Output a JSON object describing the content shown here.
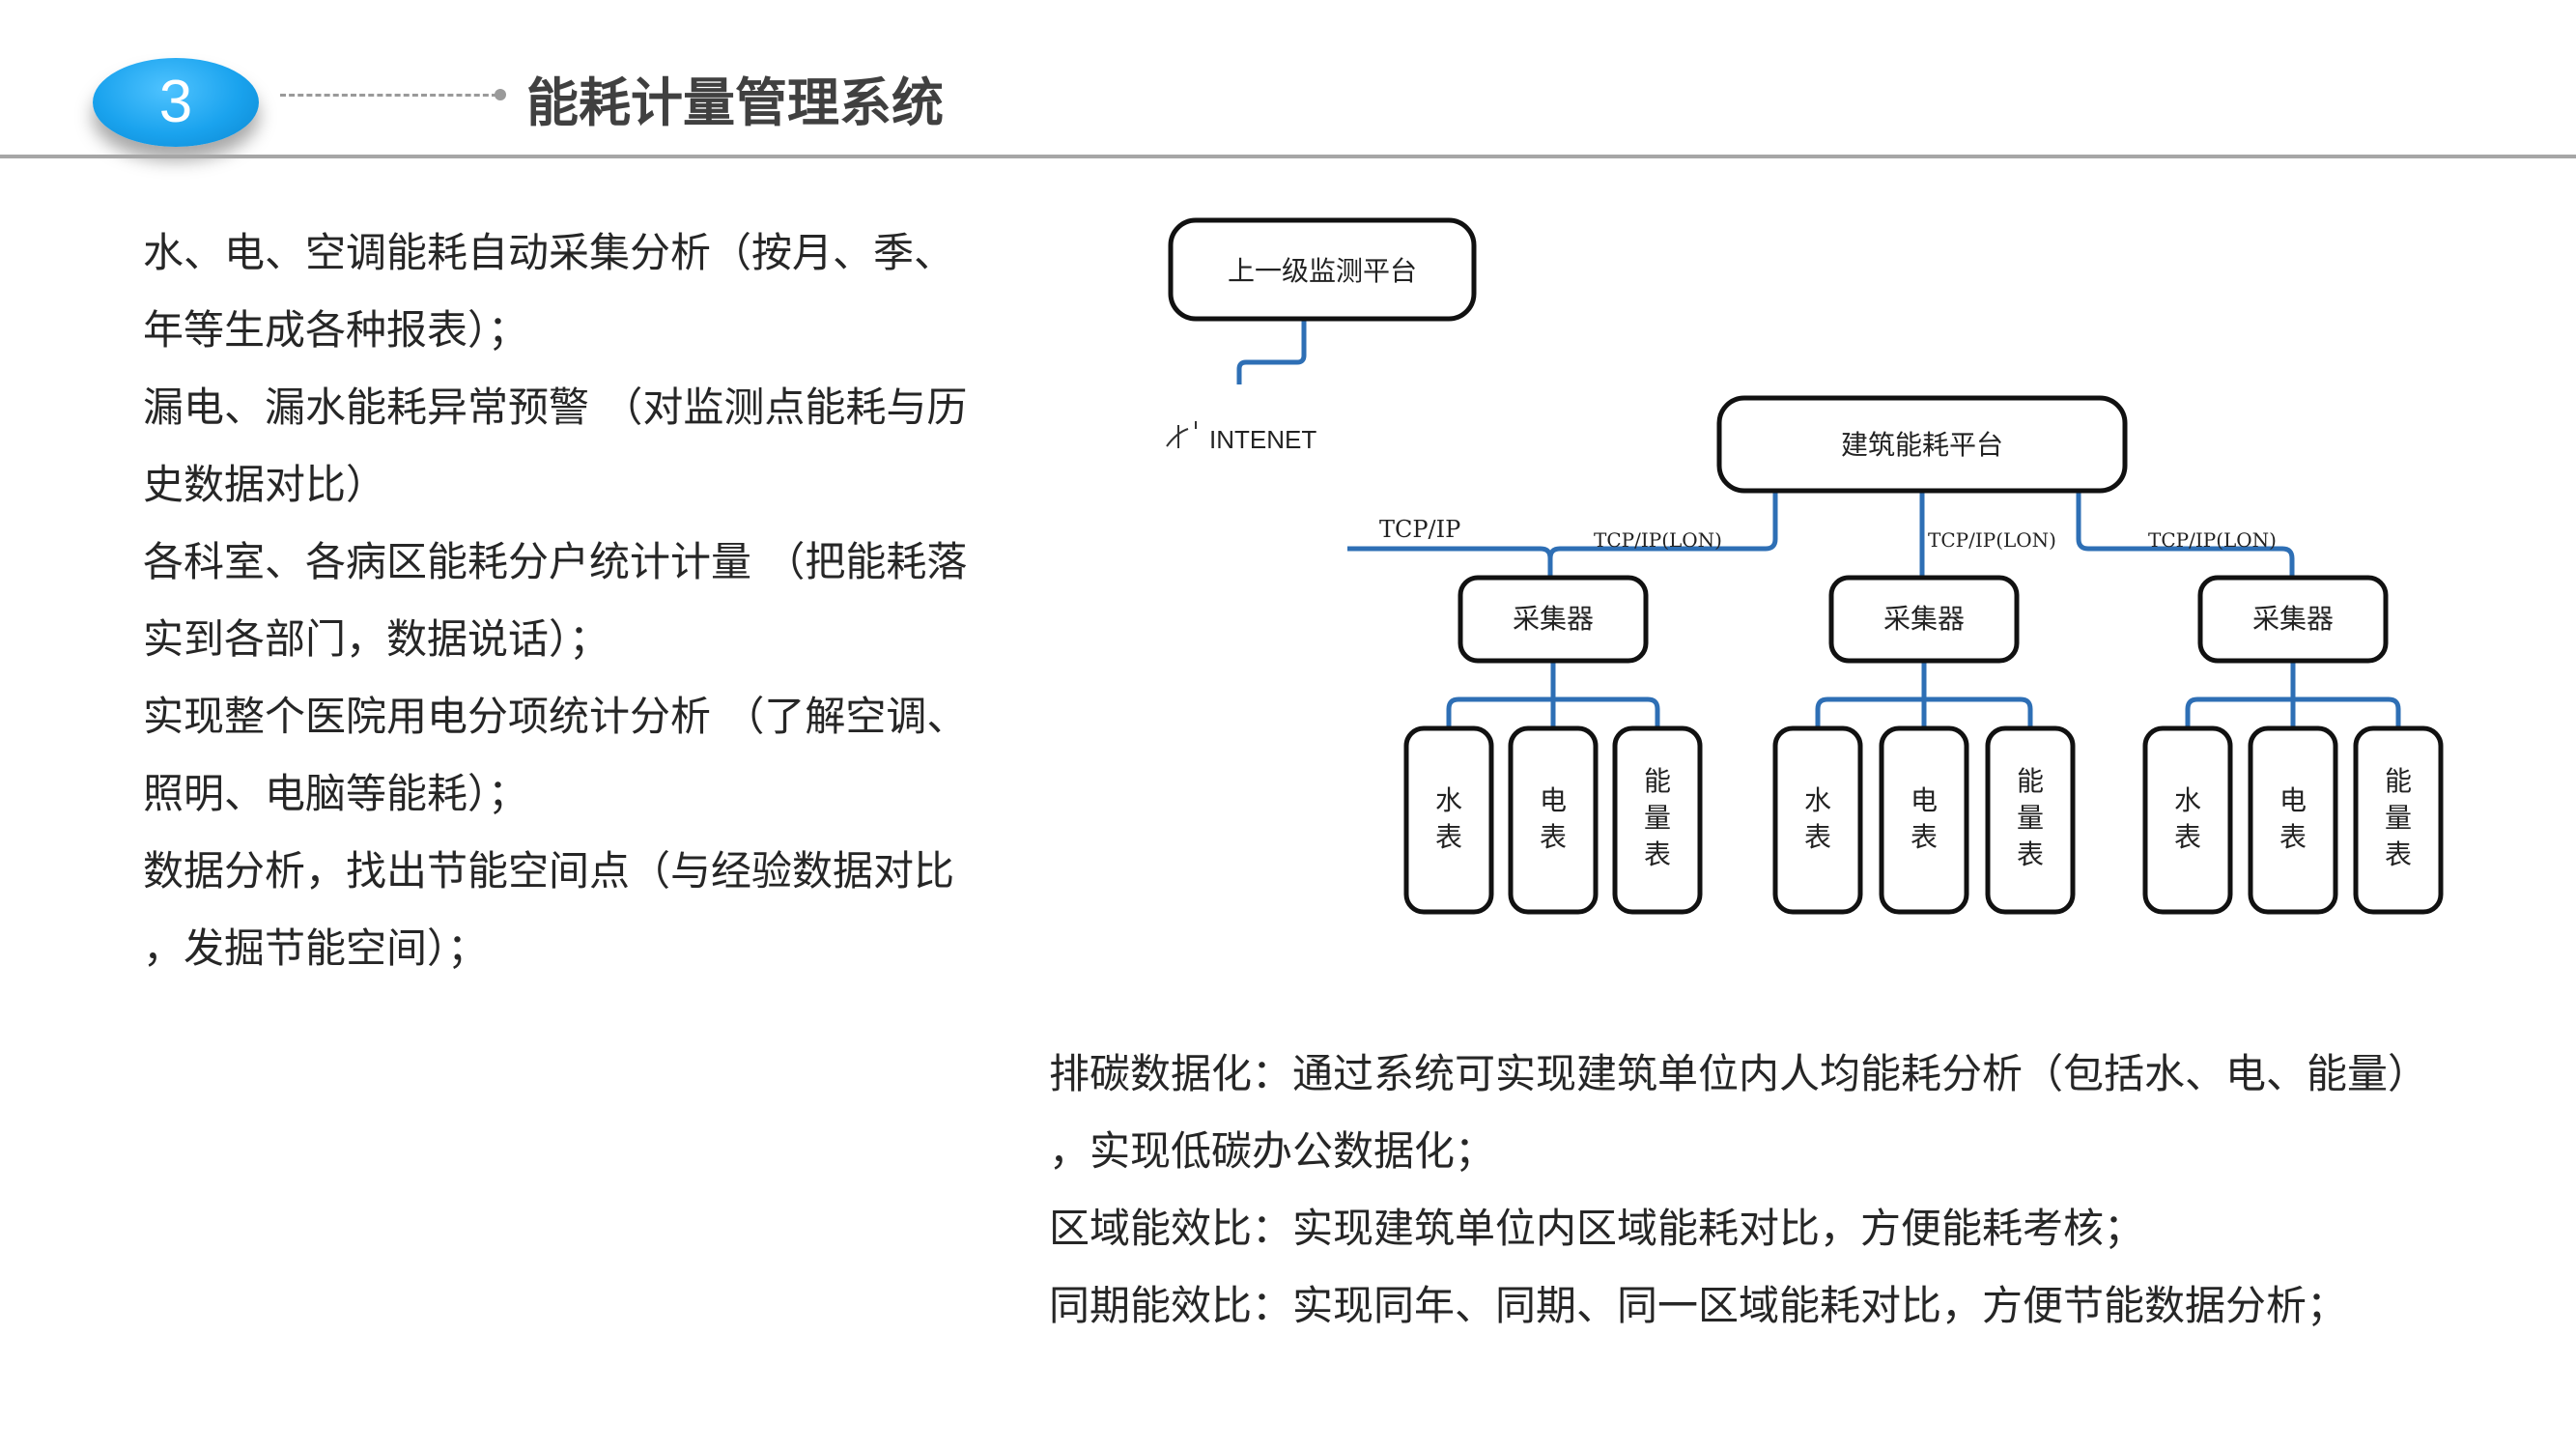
{
  "header": {
    "badge_number": "3",
    "title": "能耗计量管理系统"
  },
  "left_paragraphs": [
    "水、电、空调能耗自动采集分析（按月、季、",
    "年等生成各种报表）；",
    "漏电、漏水能耗异常预警 （对监测点能耗与历",
    "史数据对比）",
    "各科室、各病区能耗分户统计计量 （把能耗落",
    "实到各部门，数据说话）；",
    "实现整个医院用电分项统计分析 （了解空调、",
    "照明、电脑等能耗）；",
    "数据分析，找出节能空间点（与经验数据对比",
    "，发掘节能空间）；"
  ],
  "diagram": {
    "top_platform": "上一级监测平台",
    "internet_label": "INTENET",
    "building_platform": "建筑能耗平台",
    "link_tcpip": "TCP/IP",
    "link_tcpip_lon": "TCP/IP(LON)",
    "collector_label": "采集器",
    "meters": {
      "water": [
        "水",
        "表"
      ],
      "electric": [
        "电",
        "表"
      ],
      "energy": [
        "能",
        "量",
        "表"
      ]
    }
  },
  "bottom_paragraphs": [
    "排碳数据化：通过系统可实现建筑单位内人均能耗分析（包括水、电、能量）",
    "，实现低碳办公数据化；",
    "区域能效比：实现建筑单位内区域能耗对比，方便能耗考核；",
    "同期能效比：实现同年、同期、同一区域能耗对比，方便节能数据分析；"
  ],
  "colors": {
    "connector": "#2e6fb5",
    "badge": "#1aa3ee",
    "header_rule": "#a6a6a6"
  }
}
